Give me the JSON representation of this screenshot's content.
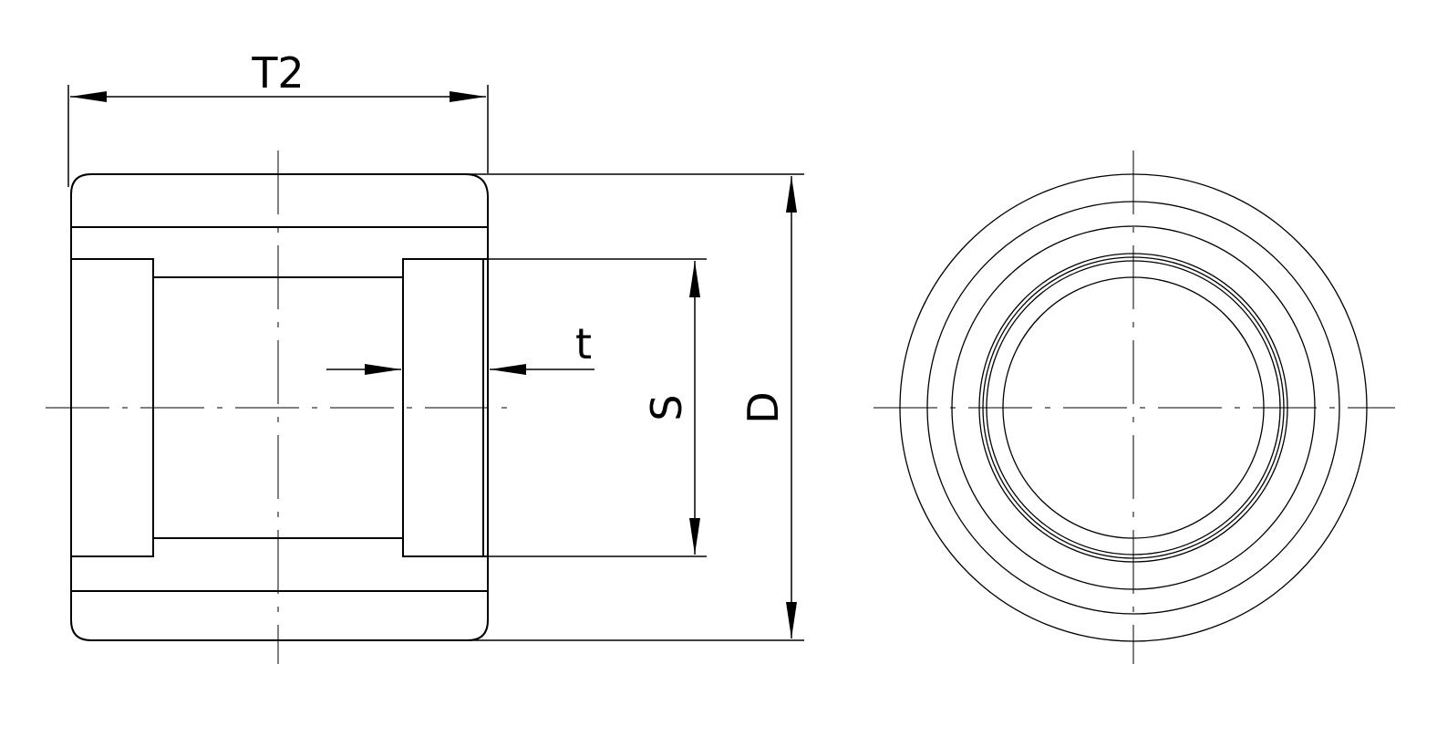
{
  "dimensions": {
    "overall_length": "T2",
    "wall_thickness": "t",
    "bore_diameter": "S",
    "outer_diameter": "D"
  },
  "views": [
    "section-view",
    "end-view"
  ],
  "colors": {
    "line": "#000000",
    "background": "#ffffff"
  }
}
